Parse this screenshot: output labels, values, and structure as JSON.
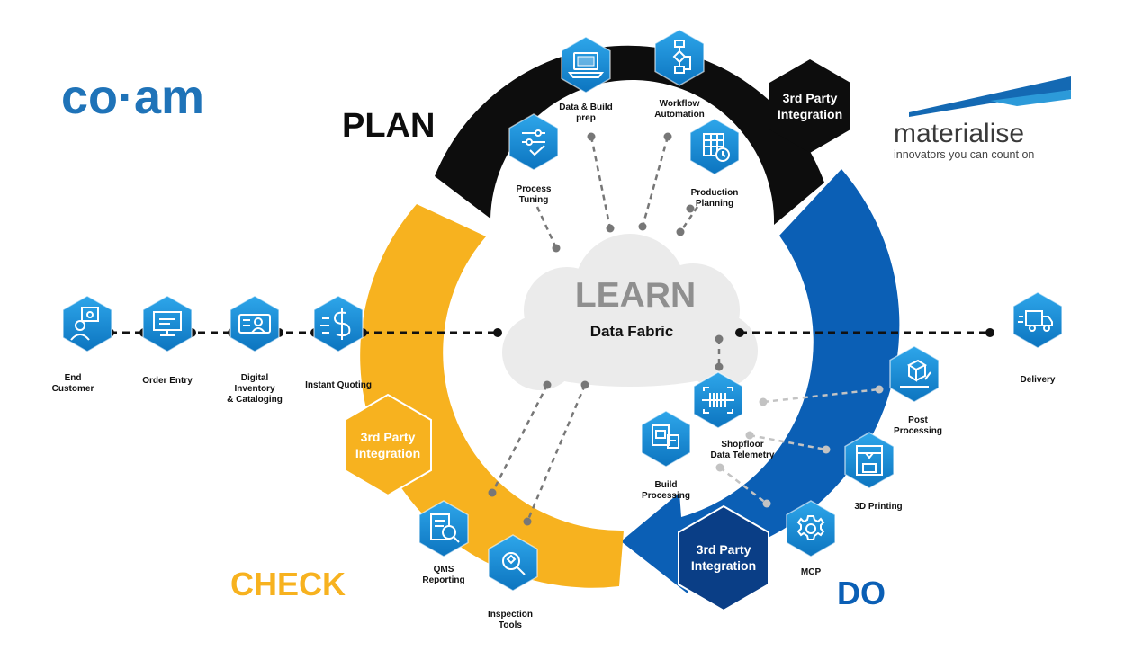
{
  "logos": {
    "coam": "co·am",
    "materialise": "materialise",
    "materialise_tagline": "innovators you can count on"
  },
  "phases": {
    "plan": "PLAN",
    "check": "CHECK",
    "do": "DO",
    "learn": "LEARN",
    "core": "Data Fabric"
  },
  "third_party": {
    "plan": [
      "3rd Party",
      "Integration"
    ],
    "check": [
      "3rd Party",
      "Integration"
    ],
    "do": [
      "3rd Party",
      "Integration"
    ]
  },
  "modules": {
    "data_build_prep": [
      "Data & Build",
      "prep"
    ],
    "workflow_automation": [
      "Workflow",
      "Automation"
    ],
    "process_tuning": [
      "Process",
      "Tuning"
    ],
    "production_planning": [
      "Production",
      "Planning"
    ],
    "end_customer": [
      "End",
      "Customer"
    ],
    "order_entry": [
      "Order Entry"
    ],
    "digital_inventory": [
      "Digital",
      "Inventory",
      "& Cataloging"
    ],
    "instant_quoting": [
      "Instant Quoting"
    ],
    "delivery": [
      "Delivery"
    ],
    "post_processing": [
      "Post",
      "Processing"
    ],
    "shopfloor_telemetry": [
      "Shopfloor",
      "Data Telemetry"
    ],
    "build_processing": [
      "Build",
      "Processing"
    ],
    "printing_3d": [
      "3D Printing"
    ],
    "mcp": [
      "MCP"
    ],
    "qms_reporting": [
      "QMS",
      "Reporting"
    ],
    "inspection_tools": [
      "Inspection",
      "Tools"
    ]
  },
  "colors": {
    "plan": "#0d0d0d",
    "check": "#f7b21f",
    "do": "#0b5fb5",
    "do_dark": "#0a3e86",
    "hex_blue": "#1690d6",
    "coam_blue": "#1f73b8",
    "materialise_blue": "#1469b3",
    "cloud": "#ebebeb",
    "learn_text": "#8f8f8f"
  }
}
